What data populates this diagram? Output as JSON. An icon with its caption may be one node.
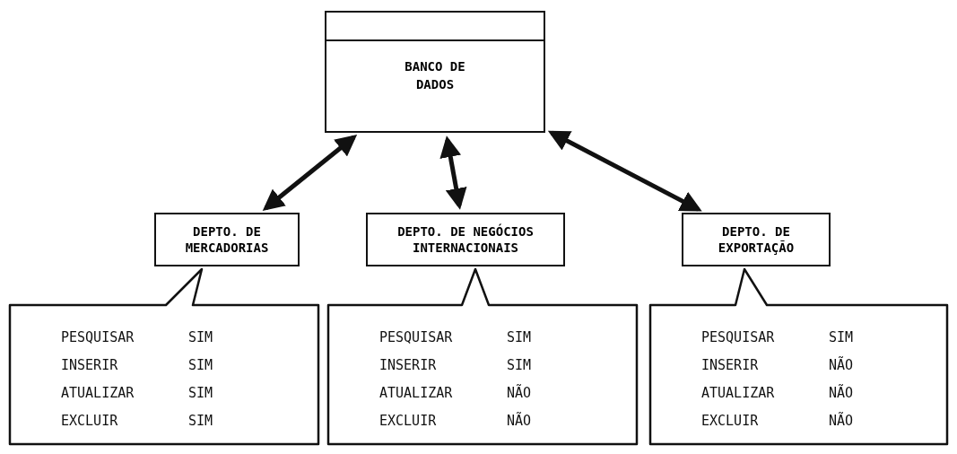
{
  "diagram": {
    "nodes": [
      {
        "text": [
          "BANCO DE DADOS"
        ]
      },
      {
        "text": [
          "DEPTO. DE MERCADORIAS"
        ]
      },
      {
        "text": [
          "DEPTO. DE NEGÓCIOS INTERNACIONAIS"
        ]
      },
      {
        "text": [
          "DEPTO. DE EXPORTAÇÃO"
        ]
      },
      {
        "text": [
          "PESQUISAR",
          "SIM",
          "INSERIR",
          "SIM",
          "ATUALIZAR",
          "SIM",
          "EXCLUIR",
          "SIM"
        ]
      },
      {
        "text": [
          "PESQUISAR",
          "SIM",
          "INSERIR",
          "SIM",
          "ATUALIZAR",
          "NÃO",
          "EXCLUIR",
          "NÃO"
        ]
      },
      {
        "text": [
          "PESQUISAR",
          "SIM",
          "INSERIR",
          "NÃO",
          "ATUALIZAR",
          "NÃO",
          "EXCLUIR",
          "NÃO"
        ]
      }
    ],
    "edges": [
      {
        "from": 0,
        "to": 1,
        "arrow": "both"
      },
      {
        "from": 0,
        "to": 2,
        "arrow": "both"
      },
      {
        "from": 0,
        "to": 3,
        "arrow": "both"
      }
    ]
  }
}
